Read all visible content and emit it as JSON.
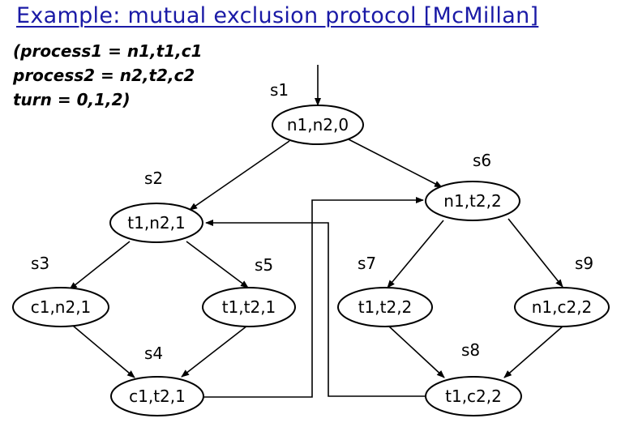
{
  "title": "Example: mutual exclusion protocol [McMillan]",
  "legend": [
    "(process1 = n1,t1,c1",
    "process2 = n2,t2,c2",
    "turn = 0,1,2)"
  ],
  "states": [
    {
      "id": "s1",
      "label": "s1",
      "value": "n1,n2,0"
    },
    {
      "id": "s2",
      "label": "s2",
      "value": "t1,n2,1"
    },
    {
      "id": "s3",
      "label": "s3",
      "value": "c1,n2,1"
    },
    {
      "id": "s4",
      "label": "s4",
      "value": "c1,t2,1"
    },
    {
      "id": "s5",
      "label": "s5",
      "value": "t1,t2,1"
    },
    {
      "id": "s6",
      "label": "s6",
      "value": "n1,t2,2"
    },
    {
      "id": "s7",
      "label": "s7",
      "value": "t1,t2,2"
    },
    {
      "id": "s8",
      "label": "s8",
      "value": "t1,c2,2"
    },
    {
      "id": "s9",
      "label": "s9",
      "value": "n1,c2,2"
    }
  ],
  "initial_state": "s1",
  "transitions": [
    {
      "from": "s1",
      "to": "s2"
    },
    {
      "from": "s1",
      "to": "s6"
    },
    {
      "from": "s2",
      "to": "s3"
    },
    {
      "from": "s2",
      "to": "s5"
    },
    {
      "from": "s3",
      "to": "s4"
    },
    {
      "from": "s5",
      "to": "s4"
    },
    {
      "from": "s4",
      "to": "s6"
    },
    {
      "from": "s6",
      "to": "s7"
    },
    {
      "from": "s6",
      "to": "s9"
    },
    {
      "from": "s7",
      "to": "s8"
    },
    {
      "from": "s9",
      "to": "s8"
    },
    {
      "from": "s8",
      "to": "s2"
    }
  ]
}
